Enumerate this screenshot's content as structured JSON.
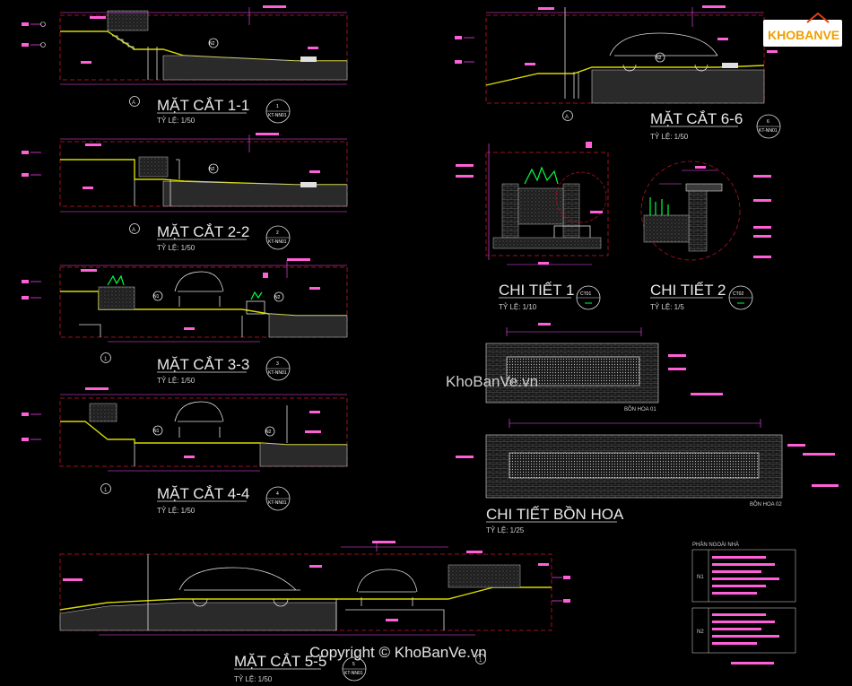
{
  "sections": [
    {
      "title": "MẶT CẮT 1-1",
      "scale": "TỶ LỆ: 1/50",
      "tag_num": "1",
      "tag_ref": "KT-NN01",
      "axis": "A"
    },
    {
      "title": "MẶT CẮT 2-2",
      "scale": "TỶ LỆ: 1/50",
      "tag_num": "2",
      "tag_ref": "KT-NN01",
      "axis": "A"
    },
    {
      "title": "MẶT CẮT 3-3",
      "scale": "TỶ LỆ: 1/50",
      "tag_num": "3",
      "tag_ref": "KT-NN01",
      "axis": "1"
    },
    {
      "title": "MẶT CẮT 4-4",
      "scale": "TỶ LỆ: 1/50",
      "tag_num": "4",
      "tag_ref": "KT-NN01",
      "axis": "1"
    },
    {
      "title": "MẶT CẮT 5-5",
      "scale": "TỶ LỆ: 1/50",
      "tag_num": "5",
      "tag_ref": "KT-NN01",
      "axis": "1"
    },
    {
      "title": "MẶT CẮT 6-6",
      "scale": "TỶ LỆ: 1/50",
      "tag_num": "6",
      "tag_ref": "KT-NN01",
      "axis": "A"
    }
  ],
  "details": [
    {
      "title": "CHI TIẾT 1",
      "scale": "TỶ LỆ: 1/10",
      "tag": "CT01"
    },
    {
      "title": "CHI TIẾT 2",
      "scale": "TỶ LỆ: 1/5",
      "tag": "CT02"
    },
    {
      "title": "CHI TIẾT BỒN HOA",
      "scale": "TỶ LỆ: 1/25"
    }
  ],
  "planters": {
    "label1": "BỒN HOA 01",
    "label2": "BỒN HOA 02"
  },
  "markers": {
    "n1": "N1",
    "n2": "N2"
  },
  "legend": {
    "title": "PHẦN NGOÀI NHÀ",
    "row1": "N1",
    "row2": "N2"
  },
  "watermark": "KhoBanVe.vn",
  "copyright": "Copyright © KhoBanVe.vn",
  "logo": {
    "text": "KHOBANVE"
  },
  "colors": {
    "background": "#000000",
    "dimension": "#ff50ff",
    "frame": "#a01020",
    "ground": "#d8d800",
    "vegetation": "#00ff40"
  }
}
